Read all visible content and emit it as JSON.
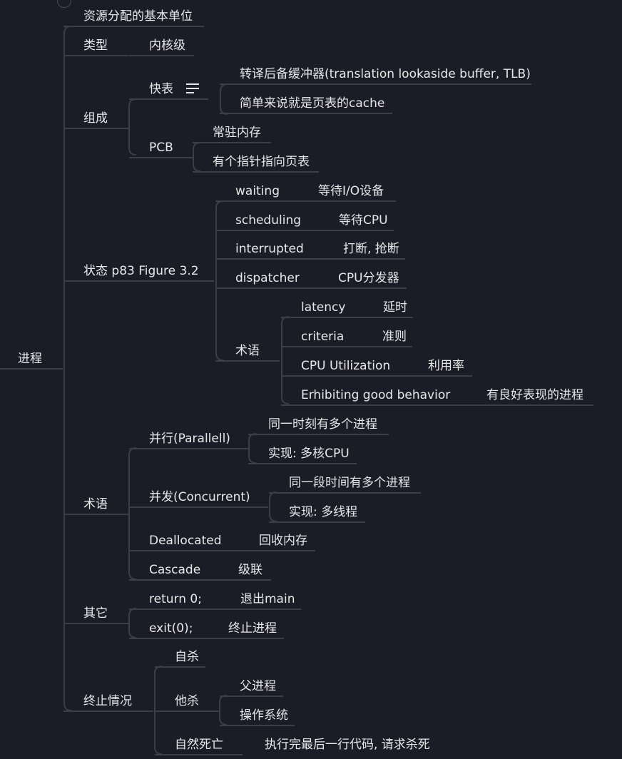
{
  "root": "进程",
  "level1": {
    "unit": "资源分配的基本单位",
    "type": "类型",
    "compose": "组成",
    "state": "状态 p83 Figure 3.2",
    "terms": "术语",
    "other": "其它",
    "terminate": "终止情况"
  },
  "type": {
    "value": "内核级"
  },
  "compose": {
    "tlb": "快表",
    "tlb_notes_icon": "notes-icon",
    "tlb_children": [
      "转译后备缓冲器(translation lookaside buffer, TLB)",
      "简单来说就是页表的cache"
    ],
    "pcb": "PCB",
    "pcb_children": [
      "常驻内存",
      "有个指针指向页表"
    ]
  },
  "state": {
    "items": [
      {
        "label": "waiting",
        "value": "等待I/O设备"
      },
      {
        "label": "scheduling",
        "value": "等待CPU"
      },
      {
        "label": "interrupted",
        "value": "打断, 抢断"
      },
      {
        "label": "dispatcher",
        "value": "CPU分发器"
      }
    ],
    "terms": {
      "label": "术语",
      "items": [
        {
          "label": "latency",
          "value": "延时"
        },
        {
          "label": "criteria",
          "value": "准则"
        },
        {
          "label": "CPU Utilization",
          "value": "利用率"
        },
        {
          "label": "Erhibiting good behavior",
          "value": "有良好表现的进程"
        }
      ]
    }
  },
  "terms": {
    "parallel": "并行(Parallell)",
    "parallel_children": [
      "同一时刻有多个进程",
      "实现: 多核CPU"
    ],
    "concurrent": "并发(Concurrent)",
    "concurrent_children": [
      "同一段时间有多个进程",
      "实现: 多线程"
    ],
    "deallocated": {
      "label": "Deallocated",
      "value": "回收内存"
    },
    "cascade": {
      "label": "Cascade",
      "value": "级联"
    }
  },
  "other": {
    "items": [
      {
        "label": "return 0;",
        "value": "退出main"
      },
      {
        "label": "exit(0);",
        "value": "终止进程"
      }
    ]
  },
  "terminate": {
    "suicide": "自杀",
    "killed": "他杀",
    "killed_children": [
      "父进程",
      "操作系统"
    ],
    "natural": "自然死亡",
    "natural_value": "执行完最后一行代码, 请求杀死"
  },
  "colors": {
    "background": "#1b1c25",
    "line": "#3b3d49",
    "text": "#e8e8ea"
  }
}
